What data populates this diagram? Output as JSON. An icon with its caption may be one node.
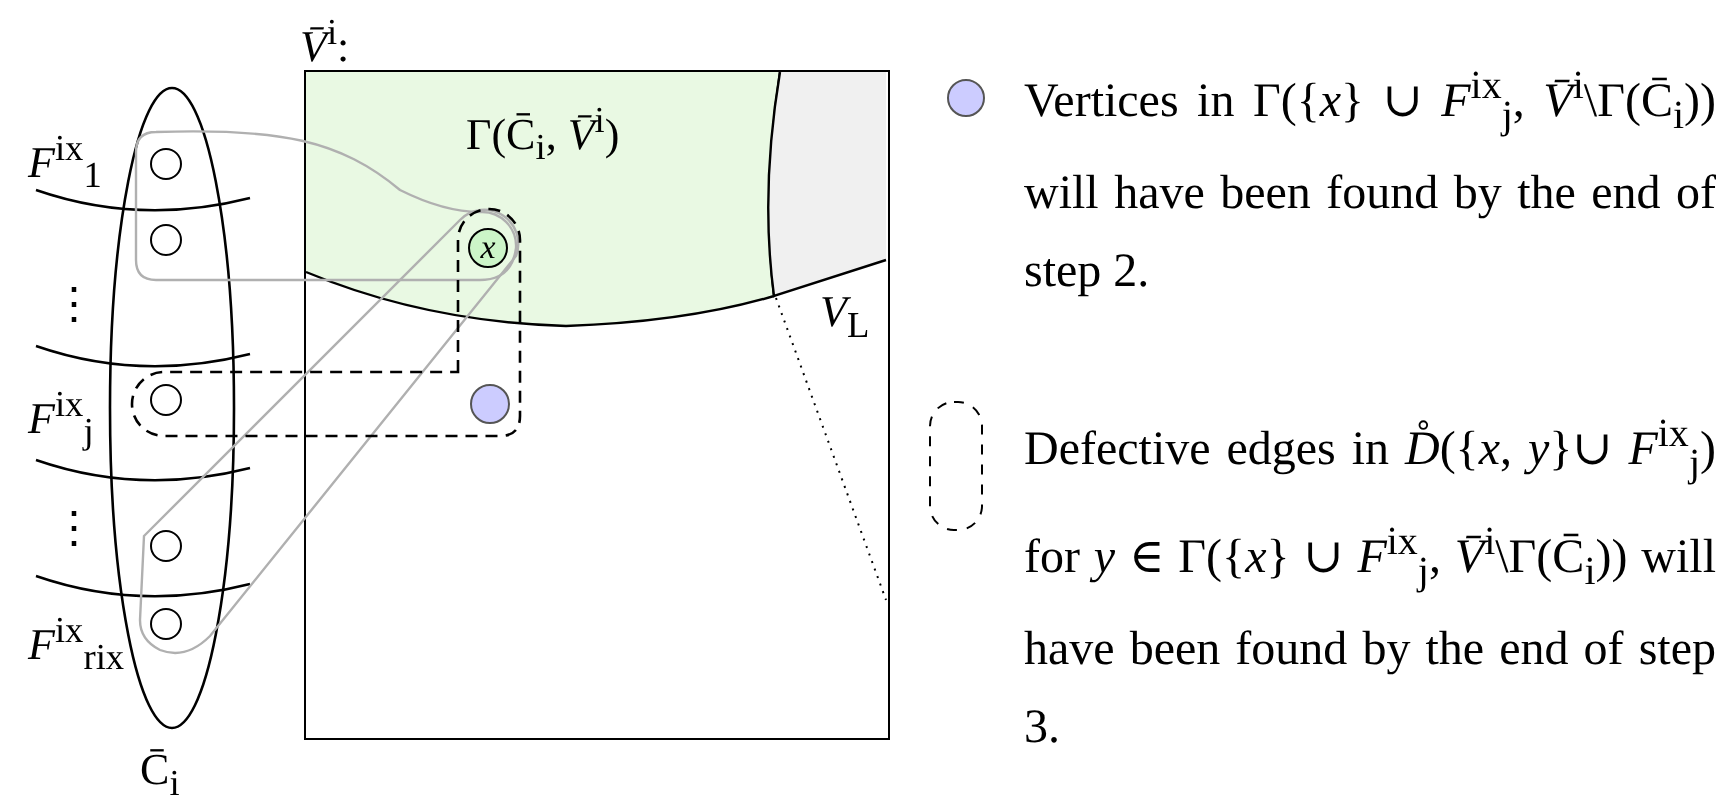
{
  "diagram": {
    "nodes": [
      {
        "text": [
          "C̄$_{i}$"
        ]
      },
      {
        "text": [],
        "shape": "circle",
        "in": 0
      },
      {
        "text": [],
        "shape": "circle",
        "in": 0
      },
      {
        "text": [],
        "shape": "circle",
        "in": 0
      },
      {
        "text": [],
        "shape": "circle",
        "in": 0
      },
      {
        "text": [],
        "shape": "circle",
        "in": 0
      },
      {
        "text": [
          "*V̄*$^{i}$:"
        ]
      },
      {
        "text": [
          "Γ(C̄$_{i}$, *V̄*$^{i}$)"
        ],
        "in": 6
      },
      {
        "text": [
          "*V*$_{L}$"
        ],
        "in": 6
      },
      {
        "text": [
          "x"
        ],
        "in": 7
      },
      {
        "text": [],
        "shape": "circle",
        "in": 6
      }
    ],
    "labels": [
      "*F*$^{ix}$$_{1}$",
      "⋮",
      "*F*$^{ix}$$_{j}$",
      "⋮",
      "*F*$^{ix}$$_{rix}$"
    ],
    "legend": [
      {
        "text": "Vertices in Γ({*x*} ∪ *F*$^{ix}$$_{j}$, *V̄*$^{i}$\\Γ(C̄$_{i}$)) will have been found by the end of step 2.",
        "color": "#ccccff"
      },
      {
        "text": "Defective edges in *D̊*({*x*, *y*}∪ *F*$^{ix}$$_{j}$) for *y* ∈ Γ({*x*} ∪ *F*$^{ix}$$_{j}$, *V̄*$^{i}$\\Γ(C̄$_{i}$)) will have been found by the end of step 3."
      }
    ]
  }
}
